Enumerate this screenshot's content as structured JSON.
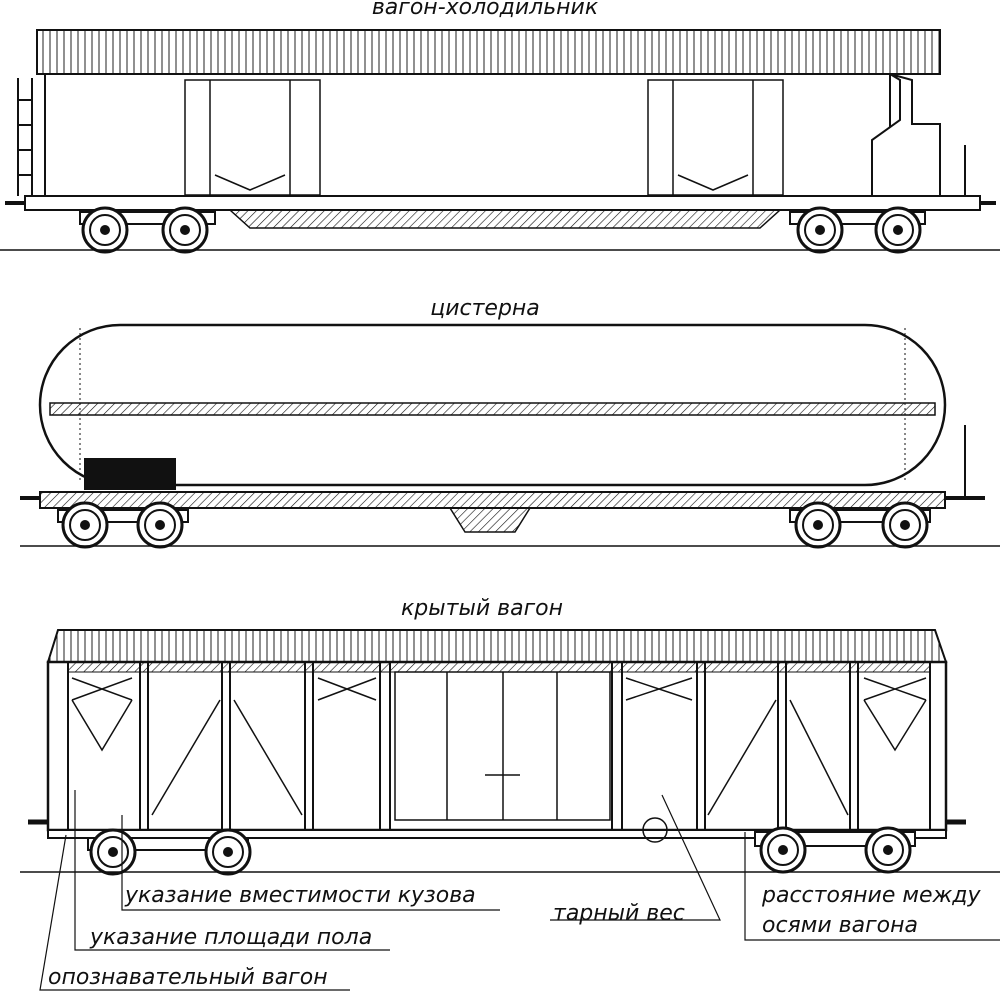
{
  "titles": {
    "refrigerator": "вагон-холодильник",
    "tank": "цистерна",
    "boxcar": "крытый вагон"
  },
  "labels": {
    "capacity": "указание вместимости кузова",
    "floor_area": "указание площади пола",
    "identification": "опознавательный вагон",
    "tare_weight": "тарный вес",
    "axle_distance_line1": "расстояние между",
    "axle_distance_line2": "осями вагона"
  },
  "colors": {
    "ink": "#111111",
    "paper": "#ffffff"
  }
}
